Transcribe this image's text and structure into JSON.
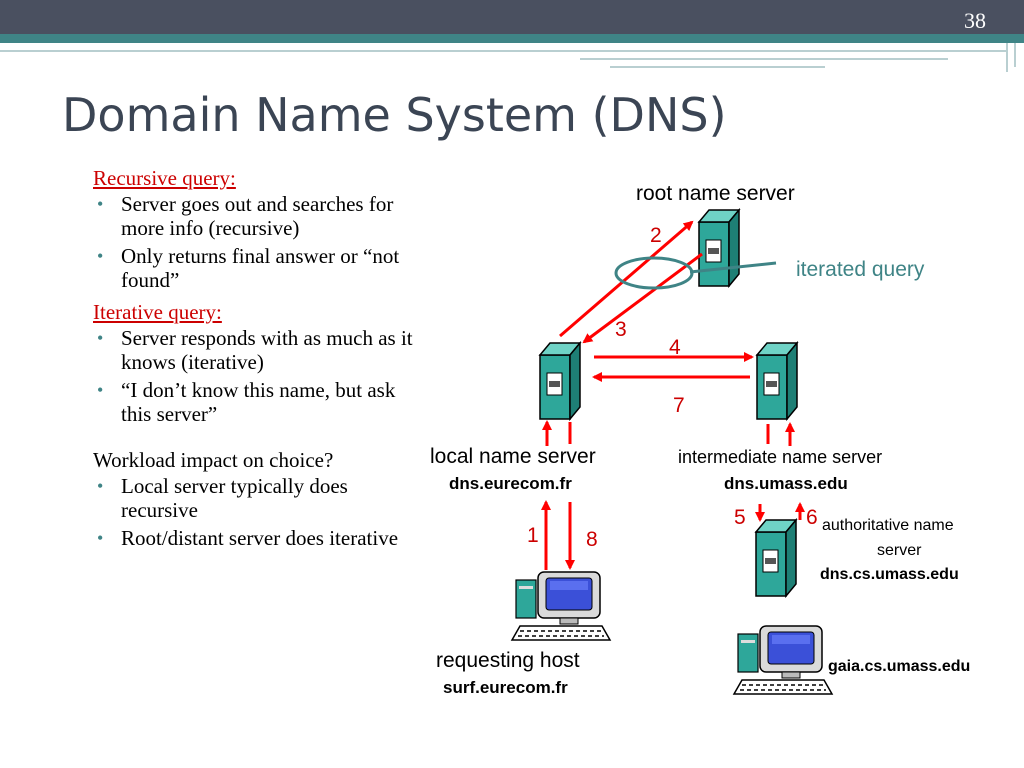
{
  "slide_number": "38",
  "title": "Domain Name System (DNS)",
  "left": {
    "recursive_heading": "Recursive query:",
    "recursive_bullets": [
      "Server goes out and searches for more info (recursive)",
      "Only returns final answer or “not found”"
    ],
    "iterative_heading": "Iterative query:",
    "iterative_bullets": [
      "Server responds with as much as it knows (iterative)",
      "“I don’t know this name, but ask this server”"
    ],
    "workload_heading": "Workload impact on choice?",
    "workload_bullets": [
      "Local server typically does recursive",
      "Root/distant server does iterative"
    ]
  },
  "diagram": {
    "root_label": "root name server",
    "iterated_query_label": "iterated query",
    "local_label": "local name server",
    "local_host": "dns.eurecom.fr",
    "intermediate_label": "intermediate name server",
    "intermediate_host": "dns.umass.edu",
    "authoritative_label_1": "authoritative name",
    "authoritative_label_2": "server",
    "authoritative_host": "dns.cs.umass.edu",
    "requesting_label": "requesting host",
    "requesting_host": "surf.eurecom.fr",
    "gaia_host": "gaia.cs.umass.edu",
    "step_numbers": [
      "1",
      "2",
      "3",
      "4",
      "5",
      "6",
      "7",
      "8"
    ],
    "colors": {
      "arrow": "#ff0000",
      "server": "#2ea79a",
      "ellipse": "#3f8486",
      "accent_text": "#3f8486"
    }
  }
}
